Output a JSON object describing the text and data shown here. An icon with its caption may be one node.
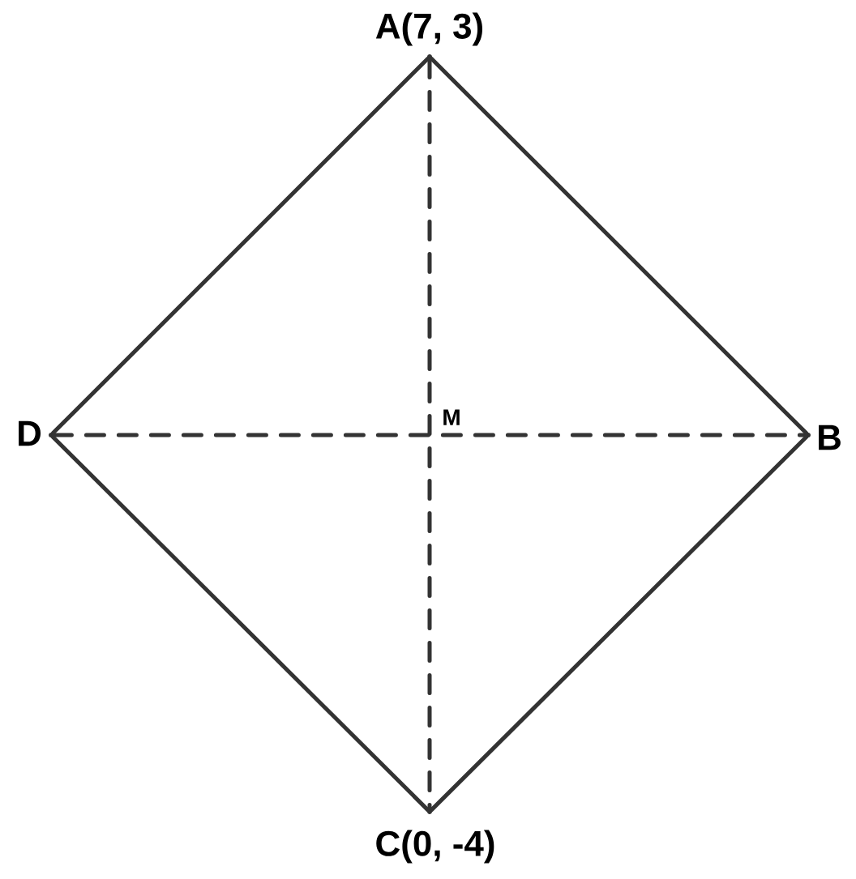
{
  "diagram": {
    "nodes": [
      {
        "text": [],
        "shape": "point",
        "beside": [
          "A(7, 3)"
        ]
      },
      {
        "text": [],
        "shape": "point",
        "beside": [
          "B"
        ]
      },
      {
        "text": [],
        "shape": "point",
        "beside": [
          "C(0, -4)"
        ]
      },
      {
        "text": [],
        "shape": "point",
        "beside": [
          "D"
        ]
      }
    ],
    "edges": [
      {
        "from": 0,
        "to": 1,
        "arrow": "none"
      },
      {
        "from": 1,
        "to": 2,
        "arrow": "none"
      },
      {
        "from": 2,
        "to": 3,
        "arrow": "none"
      },
      {
        "from": 3,
        "to": 0,
        "arrow": "none"
      },
      {
        "from": 0,
        "to": 2,
        "arrow": "none",
        "style": "dashed"
      },
      {
        "from": 3,
        "to": 1,
        "arrow": "none",
        "style": "dashed"
      }
    ],
    "labels": [
      "M"
    ]
  }
}
